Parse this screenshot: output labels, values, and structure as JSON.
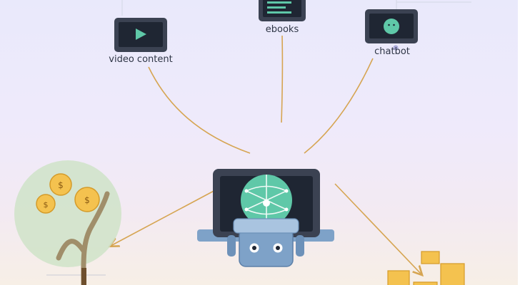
{
  "nodes": {
    "video": {
      "label": "video content",
      "icon": "play-icon"
    },
    "ebooks": {
      "label": "ebooks",
      "icon": "text-lines-icon"
    },
    "chatbot": {
      "label": "chatbot",
      "icon": "smiley-icon"
    }
  },
  "center": {
    "icon": "robot-laptop-icon"
  },
  "outputs": {
    "money": {
      "icon": "money-tree-icon",
      "currency_symbol": "$"
    },
    "boxes": {
      "icon": "boxes-icon"
    }
  },
  "colors": {
    "arrow": "#d6a552",
    "device_frame": "#3b4252",
    "screen": "#1f2633",
    "accent_teal": "#5fc8a8",
    "robot_blue": "#7ea2c8",
    "coin": "#f4c24f",
    "tree_circle": "#cfe3c8",
    "box": "#f4c24f"
  }
}
